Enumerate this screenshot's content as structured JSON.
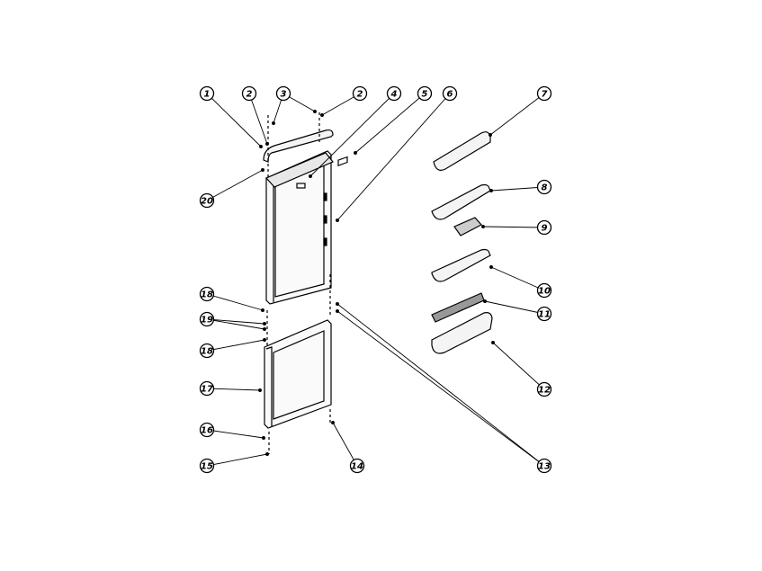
{
  "diagram": {
    "type": "exploded-parts-view",
    "line_color": "#000000",
    "background": "#ffffff",
    "callouts": [
      {
        "id": "c1",
        "label": "1"
      },
      {
        "id": "c2a",
        "label": "2"
      },
      {
        "id": "c3",
        "label": "3"
      },
      {
        "id": "c2b",
        "label": "2"
      },
      {
        "id": "c4",
        "label": "4"
      },
      {
        "id": "c5",
        "label": "5"
      },
      {
        "id": "c6",
        "label": "6"
      },
      {
        "id": "c7",
        "label": "7"
      },
      {
        "id": "c8",
        "label": "8"
      },
      {
        "id": "c9",
        "label": "9"
      },
      {
        "id": "c10",
        "label": "10"
      },
      {
        "id": "c11",
        "label": "11"
      },
      {
        "id": "c12",
        "label": "12"
      },
      {
        "id": "c13",
        "label": "13"
      },
      {
        "id": "c14",
        "label": "14"
      },
      {
        "id": "c15",
        "label": "15"
      },
      {
        "id": "c16",
        "label": "16"
      },
      {
        "id": "c17",
        "label": "17"
      },
      {
        "id": "c18a",
        "label": "18"
      },
      {
        "id": "c19",
        "label": "19"
      },
      {
        "id": "c18b",
        "label": "18"
      },
      {
        "id": "c20",
        "label": "20"
      }
    ]
  }
}
